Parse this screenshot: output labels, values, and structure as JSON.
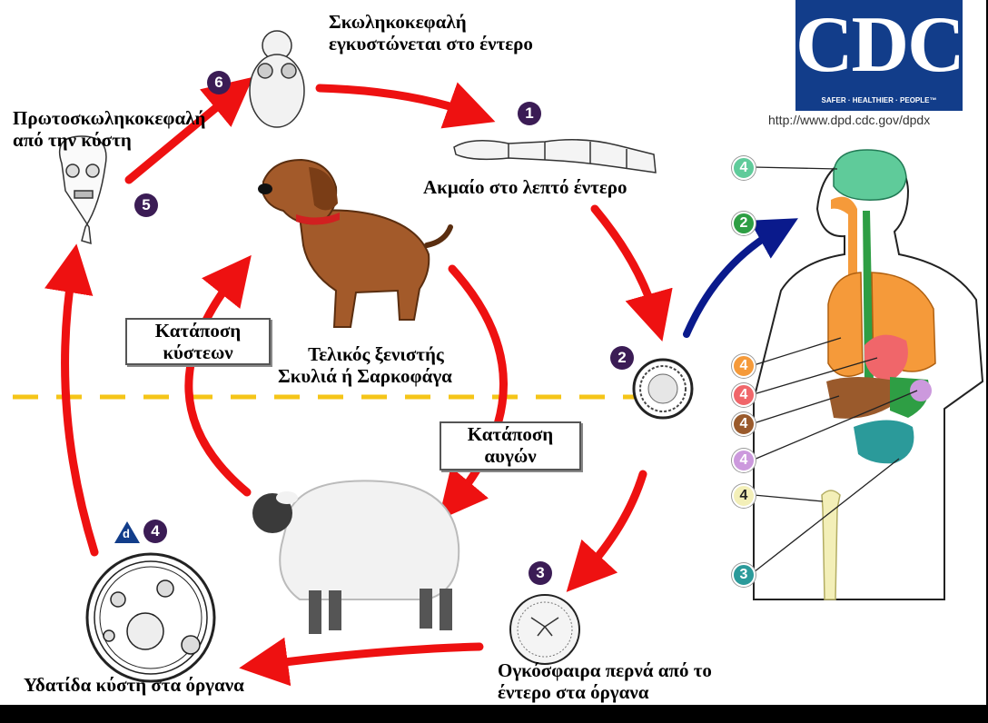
{
  "logo": {
    "letters": "CDC",
    "tagline": "SAFER · HEALTHIER · PEOPLE™",
    "url": "http://www.dpd.cdc.gov/dpdx"
  },
  "stages": {
    "s1": {
      "num": "1",
      "label": "Ακμαίο στο λεπτό έντερο"
    },
    "s2": {
      "num": "2"
    },
    "s3": {
      "num": "3",
      "label_line1": "Ογκόσφαιρα περνά από το",
      "label_line2": "έντερο στα όργανα"
    },
    "s4": {
      "num": "4",
      "d": "d",
      "label": "Υδατίδα κύστη στα όργανα"
    },
    "s5": {
      "num": "5",
      "label_line1": "Πρωτοσκωληκοκεφαλή",
      "label_line2": "από την κύστη"
    },
    "s6": {
      "num": "6",
      "label_line1": "Σκωληκοκεφαλή",
      "label_line2": "εγκυστώνεται στο έντερο"
    }
  },
  "host": {
    "line1": "Τελικός ξενιστής",
    "line2": "Σκυλιά ή Σαρκοφάγα"
  },
  "boxes": {
    "cysts": {
      "line1": "Κατάποση",
      "line2": "κύστεων"
    },
    "eggs": {
      "line1": "Κατάποση",
      "line2": "αυγών"
    }
  },
  "body_sites": [
    {
      "num": "4",
      "color": "#5fcb9a"
    },
    {
      "num": "2",
      "color": "#2e9e44"
    },
    {
      "num": "4",
      "color": "#f59a3a"
    },
    {
      "num": "4",
      "color": "#f0666a"
    },
    {
      "num": "4",
      "color": "#9a5a2c"
    },
    {
      "num": "4",
      "color": "#cc99dd"
    },
    {
      "num": "4",
      "color": "#f3efb8"
    },
    {
      "num": "3",
      "color": "#2b9a9a"
    }
  ],
  "colors": {
    "cycle_arrow": "#ee1111",
    "human_arrow": "#0a1a8c",
    "divider": "#f5c518",
    "stage_badge": "#3b1c55"
  }
}
